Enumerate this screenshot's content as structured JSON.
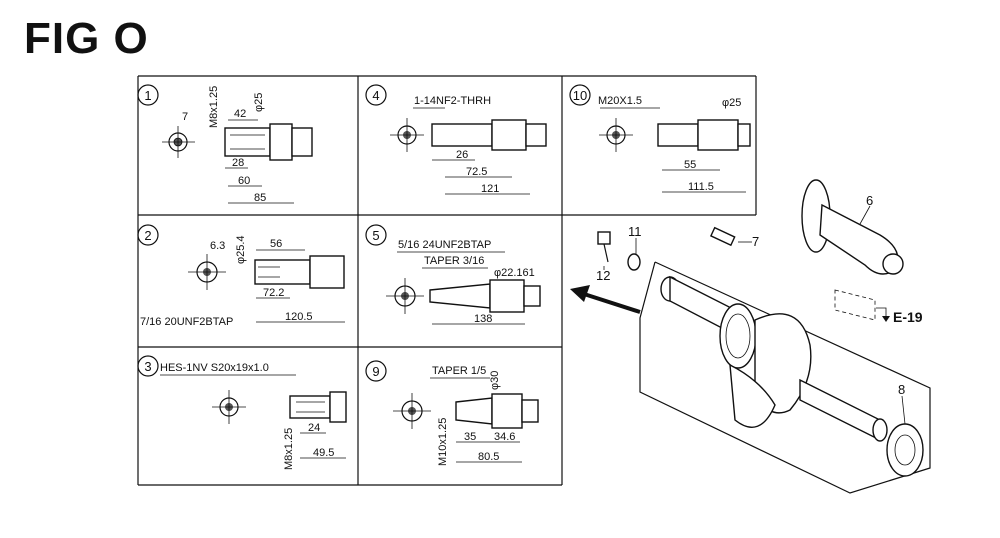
{
  "figure": {
    "title": "FIG O"
  },
  "panels": [
    {
      "id": "1",
      "dims": [
        "7",
        "42",
        "M8x1.25",
        "φ25",
        "28",
        "60",
        "85"
      ]
    },
    {
      "id": "4",
      "dims": [
        "1-14NF2-THRH",
        "26",
        "72.5",
        "121"
      ]
    },
    {
      "id": "10",
      "dims": [
        "M20X1.5",
        "φ25",
        "55",
        "111.5"
      ]
    },
    {
      "id": "2",
      "dims": [
        "6.3",
        "56",
        "φ25.4",
        "7/16 20UNF2BTAP",
        "72.2",
        "120.5"
      ]
    },
    {
      "id": "5",
      "dims": [
        "5/16 24UNF2BTAP",
        "TAPER 3/16",
        "φ22.161",
        "138"
      ]
    },
    {
      "id": "3",
      "dims": [
        "HES-1NV S20x19x1.0",
        "M8x1.25",
        "24",
        "49.5"
      ]
    },
    {
      "id": "9",
      "dims": [
        "TAPER 1/5",
        "φ30",
        "M10x1.25",
        "35",
        "34.6",
        "80.5"
      ]
    }
  ],
  "callouts": [
    "6",
    "7",
    "11",
    "12",
    "8"
  ],
  "reference": "E-19"
}
